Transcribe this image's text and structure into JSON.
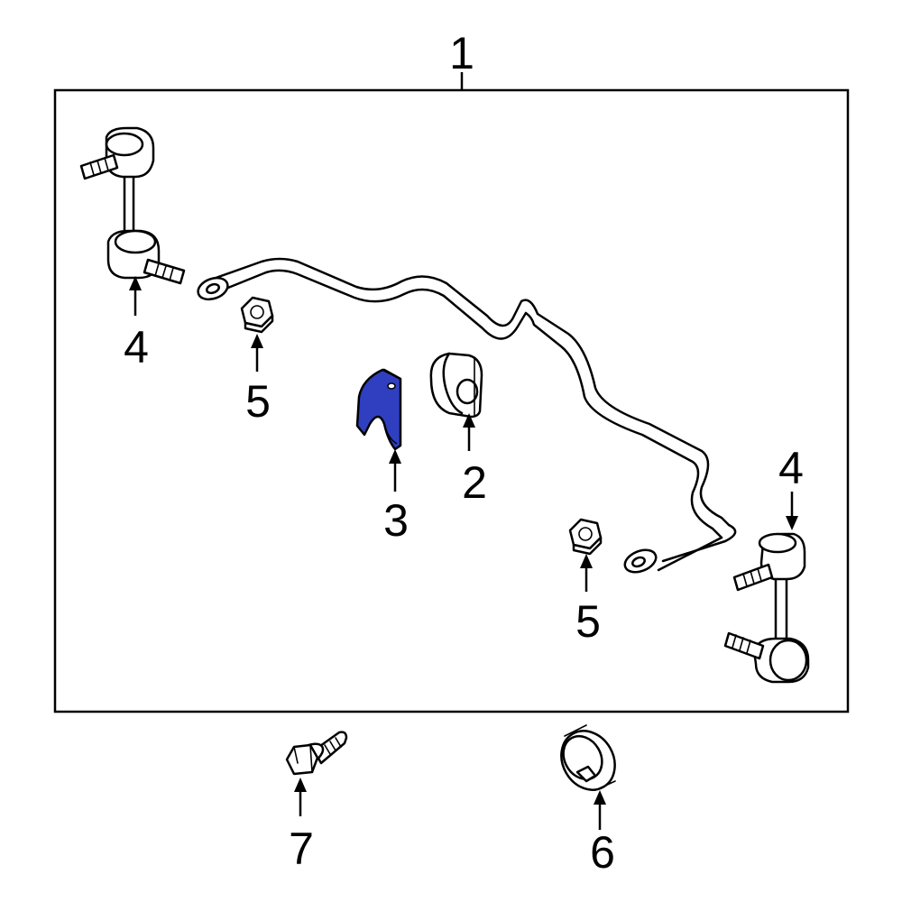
{
  "callouts": {
    "c1": "1",
    "c2": "2",
    "c3": "3",
    "c4a": "4",
    "c4b": "4",
    "c5a": "5",
    "c5b": "5",
    "c6": "6",
    "c7": "7"
  },
  "colors": {
    "highlight": "#2f3fbf",
    "line": "#000000",
    "background": "#ffffff"
  }
}
